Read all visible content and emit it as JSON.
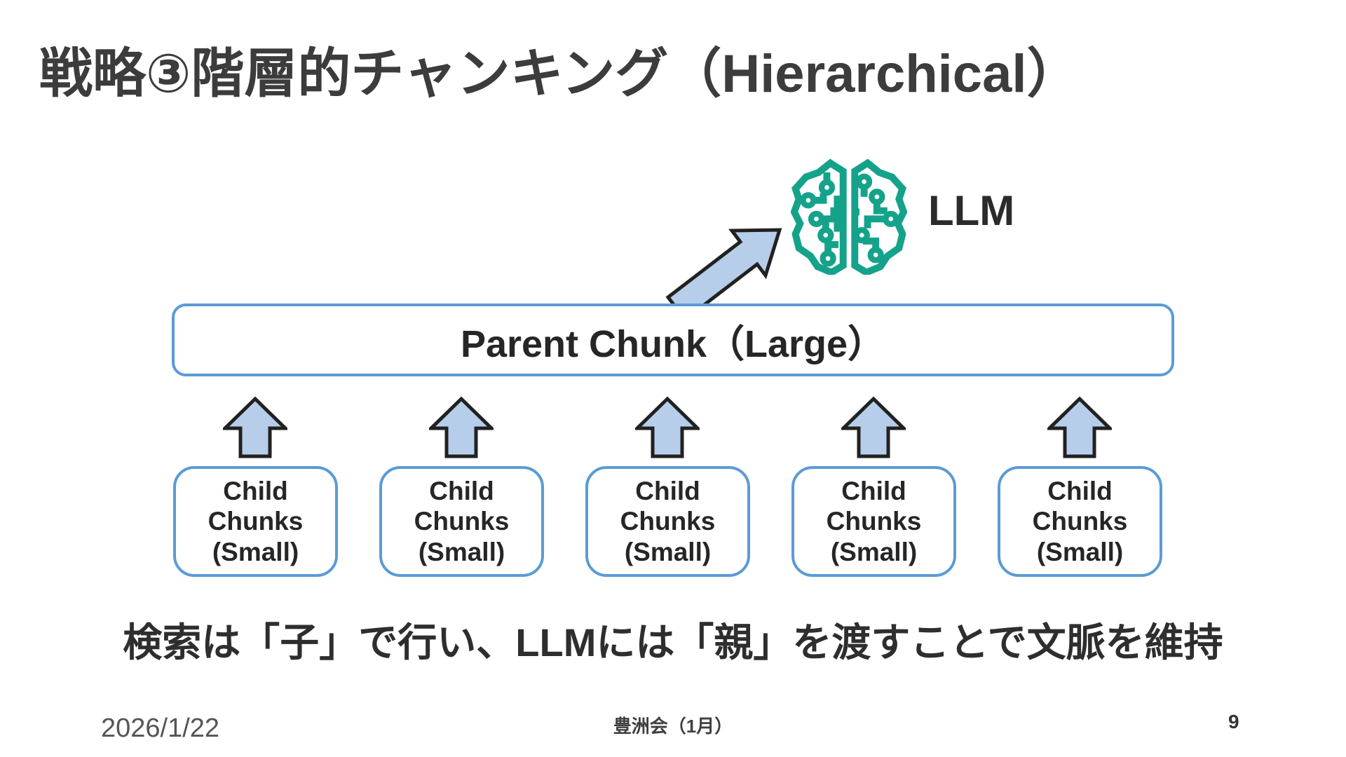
{
  "slide": {
    "title": "戦略③階層的チャンキング（Hierarchical）",
    "llm_label": "LLM",
    "parent_chunk_label": "Parent Chunk（Large）",
    "children": [
      {
        "l1": "Child",
        "l2": "Chunks",
        "l3": "(Small)"
      },
      {
        "l1": "Child",
        "l2": "Chunks",
        "l3": "(Small)"
      },
      {
        "l1": "Child",
        "l2": "Chunks",
        "l3": "(Small)"
      },
      {
        "l1": "Child",
        "l2": "Chunks",
        "l3": "(Small)"
      },
      {
        "l1": "Child",
        "l2": "Chunks",
        "l3": "(Small)"
      }
    ],
    "message": "検索は「子」で行い、LLMには「親」を渡すことで文脈を維持",
    "footer": {
      "date": "2026/1/22",
      "venue": "豊洲会（1月）",
      "page": "9"
    }
  },
  "icons": {
    "llm_icon": "brain-circuit-icon",
    "diagram_arrows": "block-arrow"
  },
  "colors": {
    "box_border": "#5b9bd5",
    "arrow_fill": "#b6cee9",
    "arrow_outline": "#212121",
    "icon_teal": "#14a38a",
    "text_dark": "#2e2e2e"
  }
}
